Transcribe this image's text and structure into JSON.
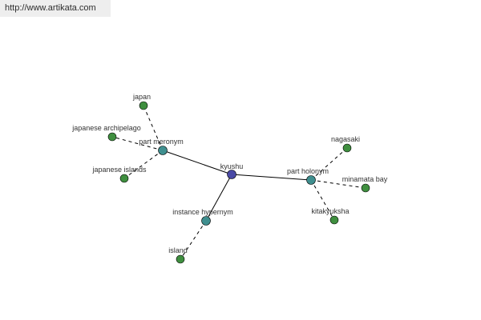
{
  "watermark": "http://www.artikata.com",
  "graph": {
    "center": "kyushu",
    "relations": {
      "part_meronym": {
        "label": "part meronym",
        "targets": [
          "japan",
          "japanese archipelago",
          "japanese islands"
        ]
      },
      "part_holonym": {
        "label": "part holonym",
        "targets": [
          "nagasaki",
          "minamata bay",
          "kitakyuksha"
        ]
      },
      "instance_hypernym": {
        "label": "instance hypernym",
        "targets": [
          "island"
        ]
      }
    },
    "colors": {
      "center_node": "#4a4aa6",
      "relation_node": "#3f8f8f",
      "leaf_node": "#3f8f3f",
      "edge": "#000000"
    }
  }
}
